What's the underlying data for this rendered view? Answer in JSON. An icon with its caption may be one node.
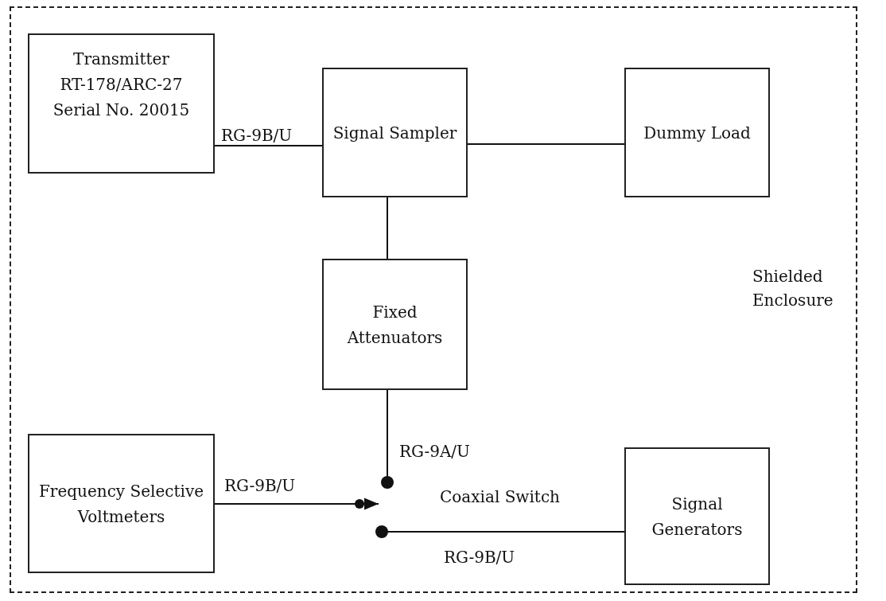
{
  "diagram": {
    "nodes": [
      {
        "text": [
          "Shielded Enclosure"
        ]
      },
      {
        "text": [
          "Transmitter",
          "RT-178/ARC-27",
          "Serial No. 20015"
        ],
        "in": 0
      },
      {
        "text": [
          "Signal Sampler"
        ],
        "in": 0
      },
      {
        "text": [
          "Dummy Load"
        ],
        "in": 0
      },
      {
        "text": [
          "Fixed Attenuators"
        ],
        "in": 0
      },
      {
        "text": [
          "Frequency Selective Voltmeters"
        ],
        "in": 0
      },
      {
        "text": [
          "Coaxial Switch"
        ],
        "in": 0
      },
      {
        "text": [
          "Signal Generators"
        ],
        "in": 0
      }
    ],
    "edges": [
      {
        "from": 1,
        "to": 2,
        "arrow": "none",
        "label": "RG-9B/U"
      },
      {
        "from": 2,
        "to": 3,
        "arrow": "none"
      },
      {
        "from": 2,
        "to": 4,
        "arrow": "none"
      },
      {
        "from": 4,
        "to": 6,
        "arrow": "other",
        "label": "RG-9A/U"
      },
      {
        "from": 5,
        "to": 6,
        "arrow": "to",
        "label": "RG-9B/U"
      },
      {
        "from": 7,
        "to": 6,
        "arrow": "other",
        "label": "RG-9B/U"
      }
    ]
  }
}
